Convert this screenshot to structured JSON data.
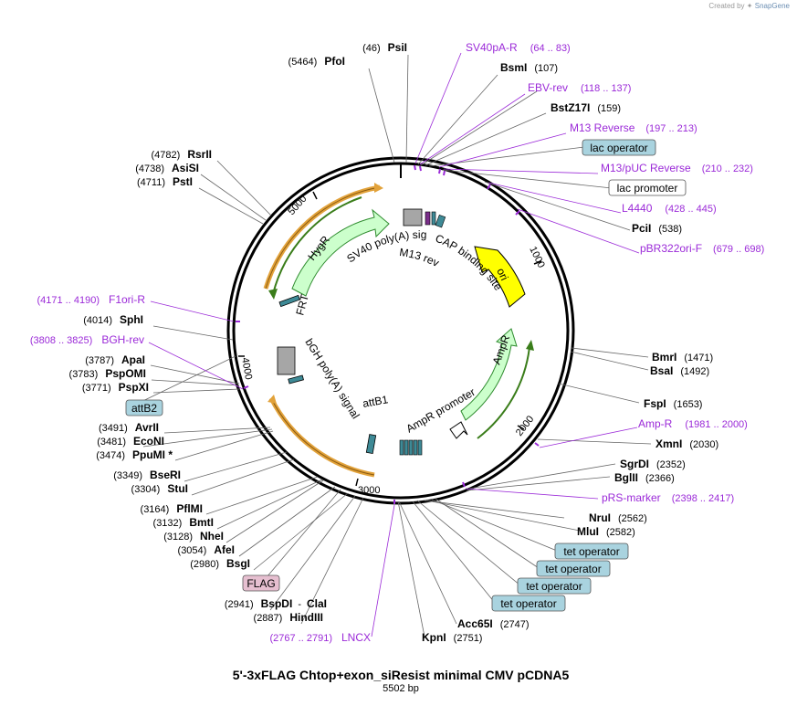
{
  "credit": {
    "prefix": "Created by",
    "brand": "SnapGene"
  },
  "title": "5'-3xFLAG Chtop+exon_siResist minimal CMV pCDNA5",
  "length_label": "5502 bp",
  "ticks": [
    {
      "label": "1000"
    },
    {
      "label": "2000"
    },
    {
      "label": "3000"
    },
    {
      "label": "4000"
    },
    {
      "label": "5000"
    }
  ],
  "enzymes": [
    {
      "name": "PsiI",
      "pos": "(46)"
    },
    {
      "name": "PfoI",
      "pos": "(5464)"
    },
    {
      "name": "BsmI",
      "pos": "(107)"
    },
    {
      "name": "BstZ17I",
      "pos": "(159)"
    },
    {
      "name": "PciI",
      "pos": "(538)"
    },
    {
      "name": "RsrII",
      "pos": "(4782)"
    },
    {
      "name": "AsiSI",
      "pos": "(4738)"
    },
    {
      "name": "PstI",
      "pos": "(4711)"
    },
    {
      "name": "SphI",
      "pos": "(4014)"
    },
    {
      "name": "ApaI",
      "pos": "(3787)"
    },
    {
      "name": "PspOMI",
      "pos": "(3783)"
    },
    {
      "name": "PspXI",
      "pos": "(3771)"
    },
    {
      "name": "AvrII",
      "pos": "(3491)"
    },
    {
      "name": "EcoNI",
      "pos": "(3481)"
    },
    {
      "name": "PpuMI *",
      "pos": "(3474)"
    },
    {
      "name": "BseRI",
      "pos": "(3349)"
    },
    {
      "name": "StuI",
      "pos": "(3304)"
    },
    {
      "name": "PflMI",
      "pos": "(3164)"
    },
    {
      "name": "BmtI",
      "pos": "(3132)"
    },
    {
      "name": "NheI",
      "pos": "(3128)"
    },
    {
      "name": "AfeI",
      "pos": "(3054)"
    },
    {
      "name": "BsgI",
      "pos": "(2980)"
    },
    {
      "name": "BspDI",
      "pos": "(2941)"
    },
    {
      "name": "ClaI",
      "pos": ""
    },
    {
      "name": "HindIII",
      "pos": "(2887)"
    },
    {
      "name": "KpnI",
      "pos": "(2751)"
    },
    {
      "name": "Acc65I",
      "pos": "(2747)"
    },
    {
      "name": "MluI",
      "pos": "(2582)"
    },
    {
      "name": "NruI",
      "pos": "(2562)"
    },
    {
      "name": "BglII",
      "pos": "(2366)"
    },
    {
      "name": "SgrDI",
      "pos": "(2352)"
    },
    {
      "name": "XmnI",
      "pos": "(2030)"
    },
    {
      "name": "FspI",
      "pos": "(1653)"
    },
    {
      "name": "BsaI",
      "pos": "(1492)"
    },
    {
      "name": "BmrI",
      "pos": "(1471)"
    }
  ],
  "primers": [
    {
      "name": "SV40pA-R",
      "range": "(64 .. 83)"
    },
    {
      "name": "EBV-rev",
      "range": "(118 .. 137)"
    },
    {
      "name": "M13 Reverse",
      "range": "(197 .. 213)"
    },
    {
      "name": "M13/pUC Reverse",
      "range": "(210 .. 232)"
    },
    {
      "name": "L4440",
      "range": "(428 .. 445)"
    },
    {
      "name": "pBR322ori-F",
      "range": "(679 .. 698)"
    },
    {
      "name": "F1ori-R",
      "range": "(4171 .. 4190)"
    },
    {
      "name": "BGH-rev",
      "range": "(3808 .. 3825)"
    },
    {
      "name": "LNCX",
      "range": "(2767 .. 2791)"
    },
    {
      "name": "Amp-R",
      "range": "(1981 .. 2000)"
    },
    {
      "name": "pRS-marker",
      "range": "(2398 .. 2417)"
    }
  ],
  "boxes": [
    {
      "name": "lac operator",
      "color": "#a9d3df"
    },
    {
      "name": "lac promoter",
      "color": "#ffffff"
    },
    {
      "name": "attB2",
      "color": "#a9d3df"
    },
    {
      "name": "FLAG",
      "color": "#e6bfd0"
    },
    {
      "name": "tet operator",
      "color": "#a9d3df"
    },
    {
      "name": "tet operator",
      "color": "#a9d3df"
    },
    {
      "name": "tet operator",
      "color": "#a9d3df"
    },
    {
      "name": "tet operator",
      "color": "#a9d3df"
    }
  ],
  "features": [
    {
      "name": "SV40 poly(A) signal"
    },
    {
      "name": "M13 rev"
    },
    {
      "name": "CAP binding site"
    },
    {
      "name": "ori"
    },
    {
      "name": "HygR"
    },
    {
      "name": "FRT"
    },
    {
      "name": "bGH poly(A) signal"
    },
    {
      "name": "attB1"
    },
    {
      "name": "AmpR promoter"
    },
    {
      "name": "AmpR"
    }
  ],
  "colors": {
    "primer": "#9b2ad8",
    "ori": "#ffff00",
    "resistance": "#ccffcc",
    "polyA": "#a6a6a6",
    "orange": "#e2a23a",
    "darkgreen": "#3a7d1a",
    "teal": "#3e8a96"
  }
}
